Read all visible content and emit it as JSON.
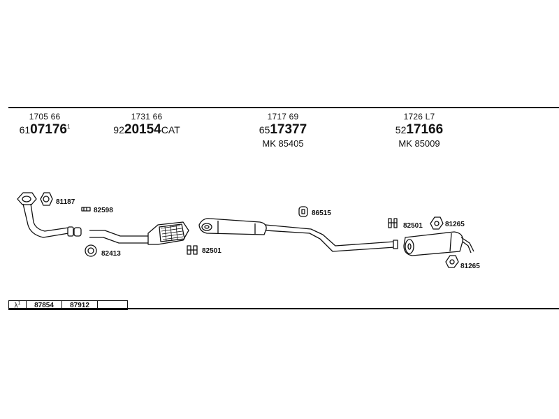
{
  "parts": [
    {
      "ref": "1705 66",
      "prefix": "61",
      "main": "07176",
      "suffix": "",
      "sup": "1",
      "mk": ""
    },
    {
      "ref": "1731 66",
      "prefix": "92",
      "main": "20154",
      "suffix": "CAT",
      "sup": "",
      "mk": ""
    },
    {
      "ref": "1717 69",
      "prefix": "65",
      "main": "17377",
      "suffix": "",
      "sup": "",
      "mk": "MK  85405"
    },
    {
      "ref": "1726 L7",
      "prefix": "52",
      "main": "17166",
      "suffix": "",
      "sup": "",
      "mk": "MK  85009"
    }
  ],
  "labels": {
    "l81187": "81187",
    "l82598": "82598",
    "l82413": "82413",
    "l82501a": "82501",
    "l86515": "86515",
    "l82501b": "82501",
    "l81265a": "81265",
    "l81265b": "81265"
  },
  "footer": {
    "symbol": "λ",
    "symbol_sup": "1",
    "codes": [
      "87854",
      "87912",
      ""
    ]
  }
}
